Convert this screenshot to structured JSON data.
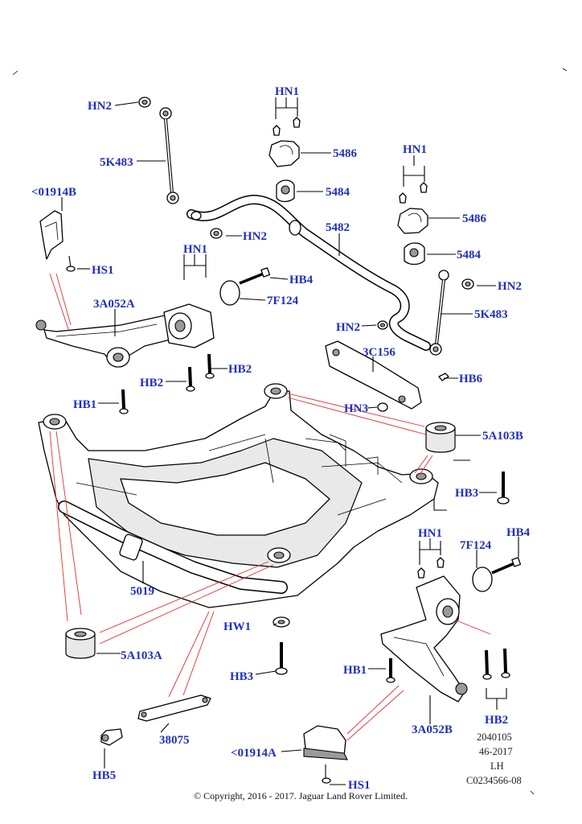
{
  "labels": {
    "hn2_top": "HN2",
    "hn1_top": "HN1",
    "p5486_top": "5486",
    "p5k483_top": "5K483",
    "p5484_top": "5484",
    "hn1_right": "HN1",
    "p01914b": "<01914B",
    "p5486_right": "5486",
    "hn2_mid": "HN2",
    "p5482": "5482",
    "hs1_top": "HS1",
    "p5484_right": "5484",
    "hn1_left": "HN1",
    "hb4_top": "HB4",
    "hn2_right": "HN2",
    "p7f124_top": "7F124",
    "p3a052a": "3A052A",
    "p5k483_right": "5K483",
    "hn2_lower": "HN2",
    "p3c156": "3C156",
    "hb2_left_a": "HB2",
    "hb2_left_b": "HB2",
    "hb6": "HB6",
    "hb1_left": "HB1",
    "hn3": "HN3",
    "p5a103b": "5A103B",
    "hb3_right": "HB3",
    "hn1_lower": "HN1",
    "p7f124_lower": "7F124",
    "hb4_lower": "HB4",
    "p5019": "5019",
    "hw1": "HW1",
    "p5a103a": "5A103A",
    "hb1_lower": "HB1",
    "hb3_lower": "HB3",
    "hb2_lower": "HB2",
    "p38075": "38075",
    "p3a052b": "3A052B",
    "p01914a": "<01914A",
    "hb5": "HB5",
    "hs1_lower": "HS1"
  },
  "meta": {
    "line1": "2040105",
    "line2": "46-2017",
    "line3": "LH",
    "line4": "C0234566-08"
  },
  "copyright": "© Copyright, 2016 - 2017. Jaguar Land Rover Limited.",
  "colors": {
    "label": "#1f2fbf",
    "leader": "#000000",
    "highlight_leader": "#e23030"
  }
}
